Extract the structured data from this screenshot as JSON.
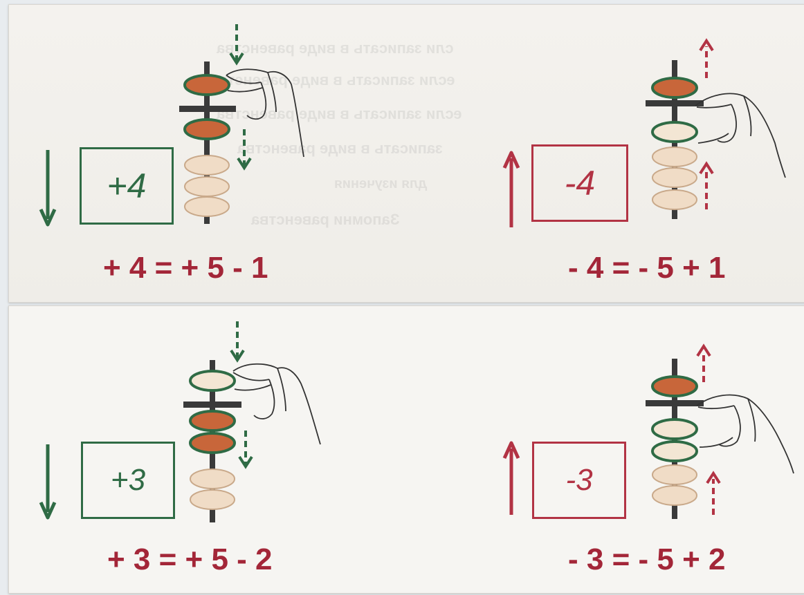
{
  "colors": {
    "green": "#2f6b45",
    "red": "#b23344",
    "equation": "#a32638",
    "bead_orange": "#c8663a",
    "bead_cream": "#f3e6d4",
    "rod": "#3a3a3a"
  },
  "background_text": [
    "сли записать в виде равенства",
    "если записать в виде равенства",
    "если записать в виде равенства",
    "записать в виде равенства",
    "для изучения",
    "Запомни равенства"
  ],
  "panels": [
    {
      "left": {
        "box": "+4",
        "equation": "+ 4 = + 5 - 1",
        "arrow": "down"
      },
      "right": {
        "box": "-4",
        "equation": "- 4 = - 5 + 1",
        "arrow": "up"
      }
    },
    {
      "left": {
        "box": "+3",
        "equation": "+ 3 = + 5 - 2",
        "arrow": "down"
      },
      "right": {
        "box": "-3",
        "equation": "- 3 = - 5 + 2",
        "arrow": "up"
      }
    }
  ]
}
